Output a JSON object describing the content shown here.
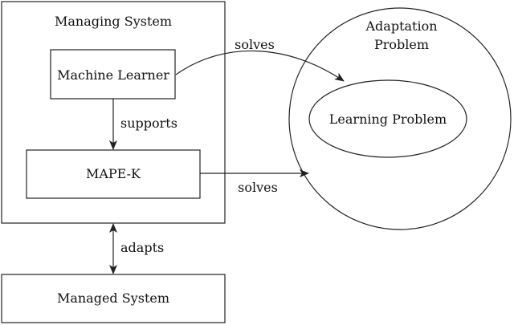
{
  "nodes": {
    "managing_system": "Managing System",
    "machine_learner": "Machine Learner",
    "mape_k": "MAPE-K",
    "managed_system": "Managed System",
    "adaptation_problem_line1": "Adaptation",
    "adaptation_problem_line2": "Problem",
    "learning_problem": "Learning Problem"
  },
  "edges": {
    "learner_solves": "solves",
    "supports": "supports",
    "mape_solves": "solves",
    "adapts": "adapts"
  }
}
